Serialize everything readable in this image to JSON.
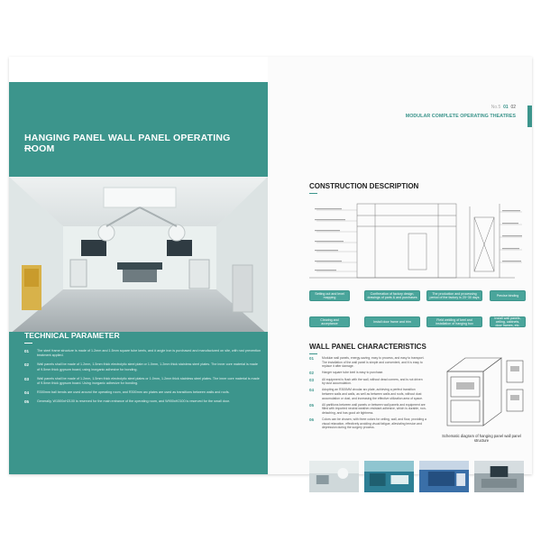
{
  "left": {
    "title": "HANGING PANEL WALL PANEL OPERATING ROOM",
    "tech_title": "TECHNICAL PARAMETER",
    "tech_items": [
      {
        "num": "01",
        "text": "The steel frame structure is made of 1.2mm and 1.5mm square tube keels, and # angle iron is purchased and manufactured on site, with rust prevention treatment applied."
      },
      {
        "num": "02",
        "text": "Wall panels shall be made of 1.2mm, 1.5mm thick electrolytic steel plate or 1.0mm, 1.2mm thick stainless steel plates. The inner core material is made of 9.5mm thick gypsum board, using inorganic adhesive for bonding."
      },
      {
        "num": "03",
        "text": "Wall panels shall be made of 1.2mm, 1.5mm thick electrolytic steel plates or 1.0mm, 1.2mm thick stainless steel plates. The inner core material is made of 9.5mm thick gypsum board. Using inorganic adhesive for bonding."
      },
      {
        "num": "04",
        "text": "R300mm ball bends are used around the operating room, and R300mm arc plates are used as transitions between walls and roofs."
      },
      {
        "num": "05",
        "text": "Generally, W1500xH2100 is reserved for the main entrance of the operating room, and W900xH2100 is reserved for the small door."
      }
    ]
  },
  "right": {
    "page_label": "No.5",
    "page_current": "01",
    "page_other": "02",
    "header": "MODULAR COMPLETE OPERATING THEATRES",
    "construction_title": "CONSTRUCTION DESCRIPTION",
    "pills_row1": [
      "Setting out and level mapping",
      "Confirmation of factory design, drawings of parts & and purchases",
      "The production and processing period of the factory is 20~30 days",
      "Precise binding"
    ],
    "pills_row2": [
      "Clearing and acceptance",
      "Install door frame and trim",
      "Field welding of keel and installation of hanging box",
      "Install wall panels, ceiling, cabinets, door frames, etc."
    ],
    "wall_title": "WALL PANEL CHARACTERISTICS",
    "wall_items": [
      {
        "num": "01",
        "text": "Modular wall panels, energy-saving, easy to process, and easy to transport. The installation of the wall panel is simple and convenient, and it is easy to replace it after damage."
      },
      {
        "num": "02",
        "text": "Hanger square tube keel is easy to purchase."
      },
      {
        "num": "03",
        "text": "All equipment is flush with the wall, without dead corners, and is not driven by dust accumulation."
      },
      {
        "num": "04",
        "text": "Adopting an R300MM circular arc plate, achieving a perfect transition between walls and walls, as well as between walls and roofs, without dust accumulation or dust, and increasing the effective utilization area of space."
      },
      {
        "num": "05",
        "text": "All partitions between wall panels or between wall panels and equipment are filled with imported neutral weather-resistant adhesive, which is durable, non-detaching, and has good air tightness."
      },
      {
        "num": "06",
        "text": "Colors can be chosen, with three colors for ceiling, wall, and floor, providing a visual relaxation, effectively avoiding visual fatigue, alleviating tension and depression during the surgery process."
      }
    ],
    "caption": "Schematic diagram of hanging panel wall panel structure"
  }
}
